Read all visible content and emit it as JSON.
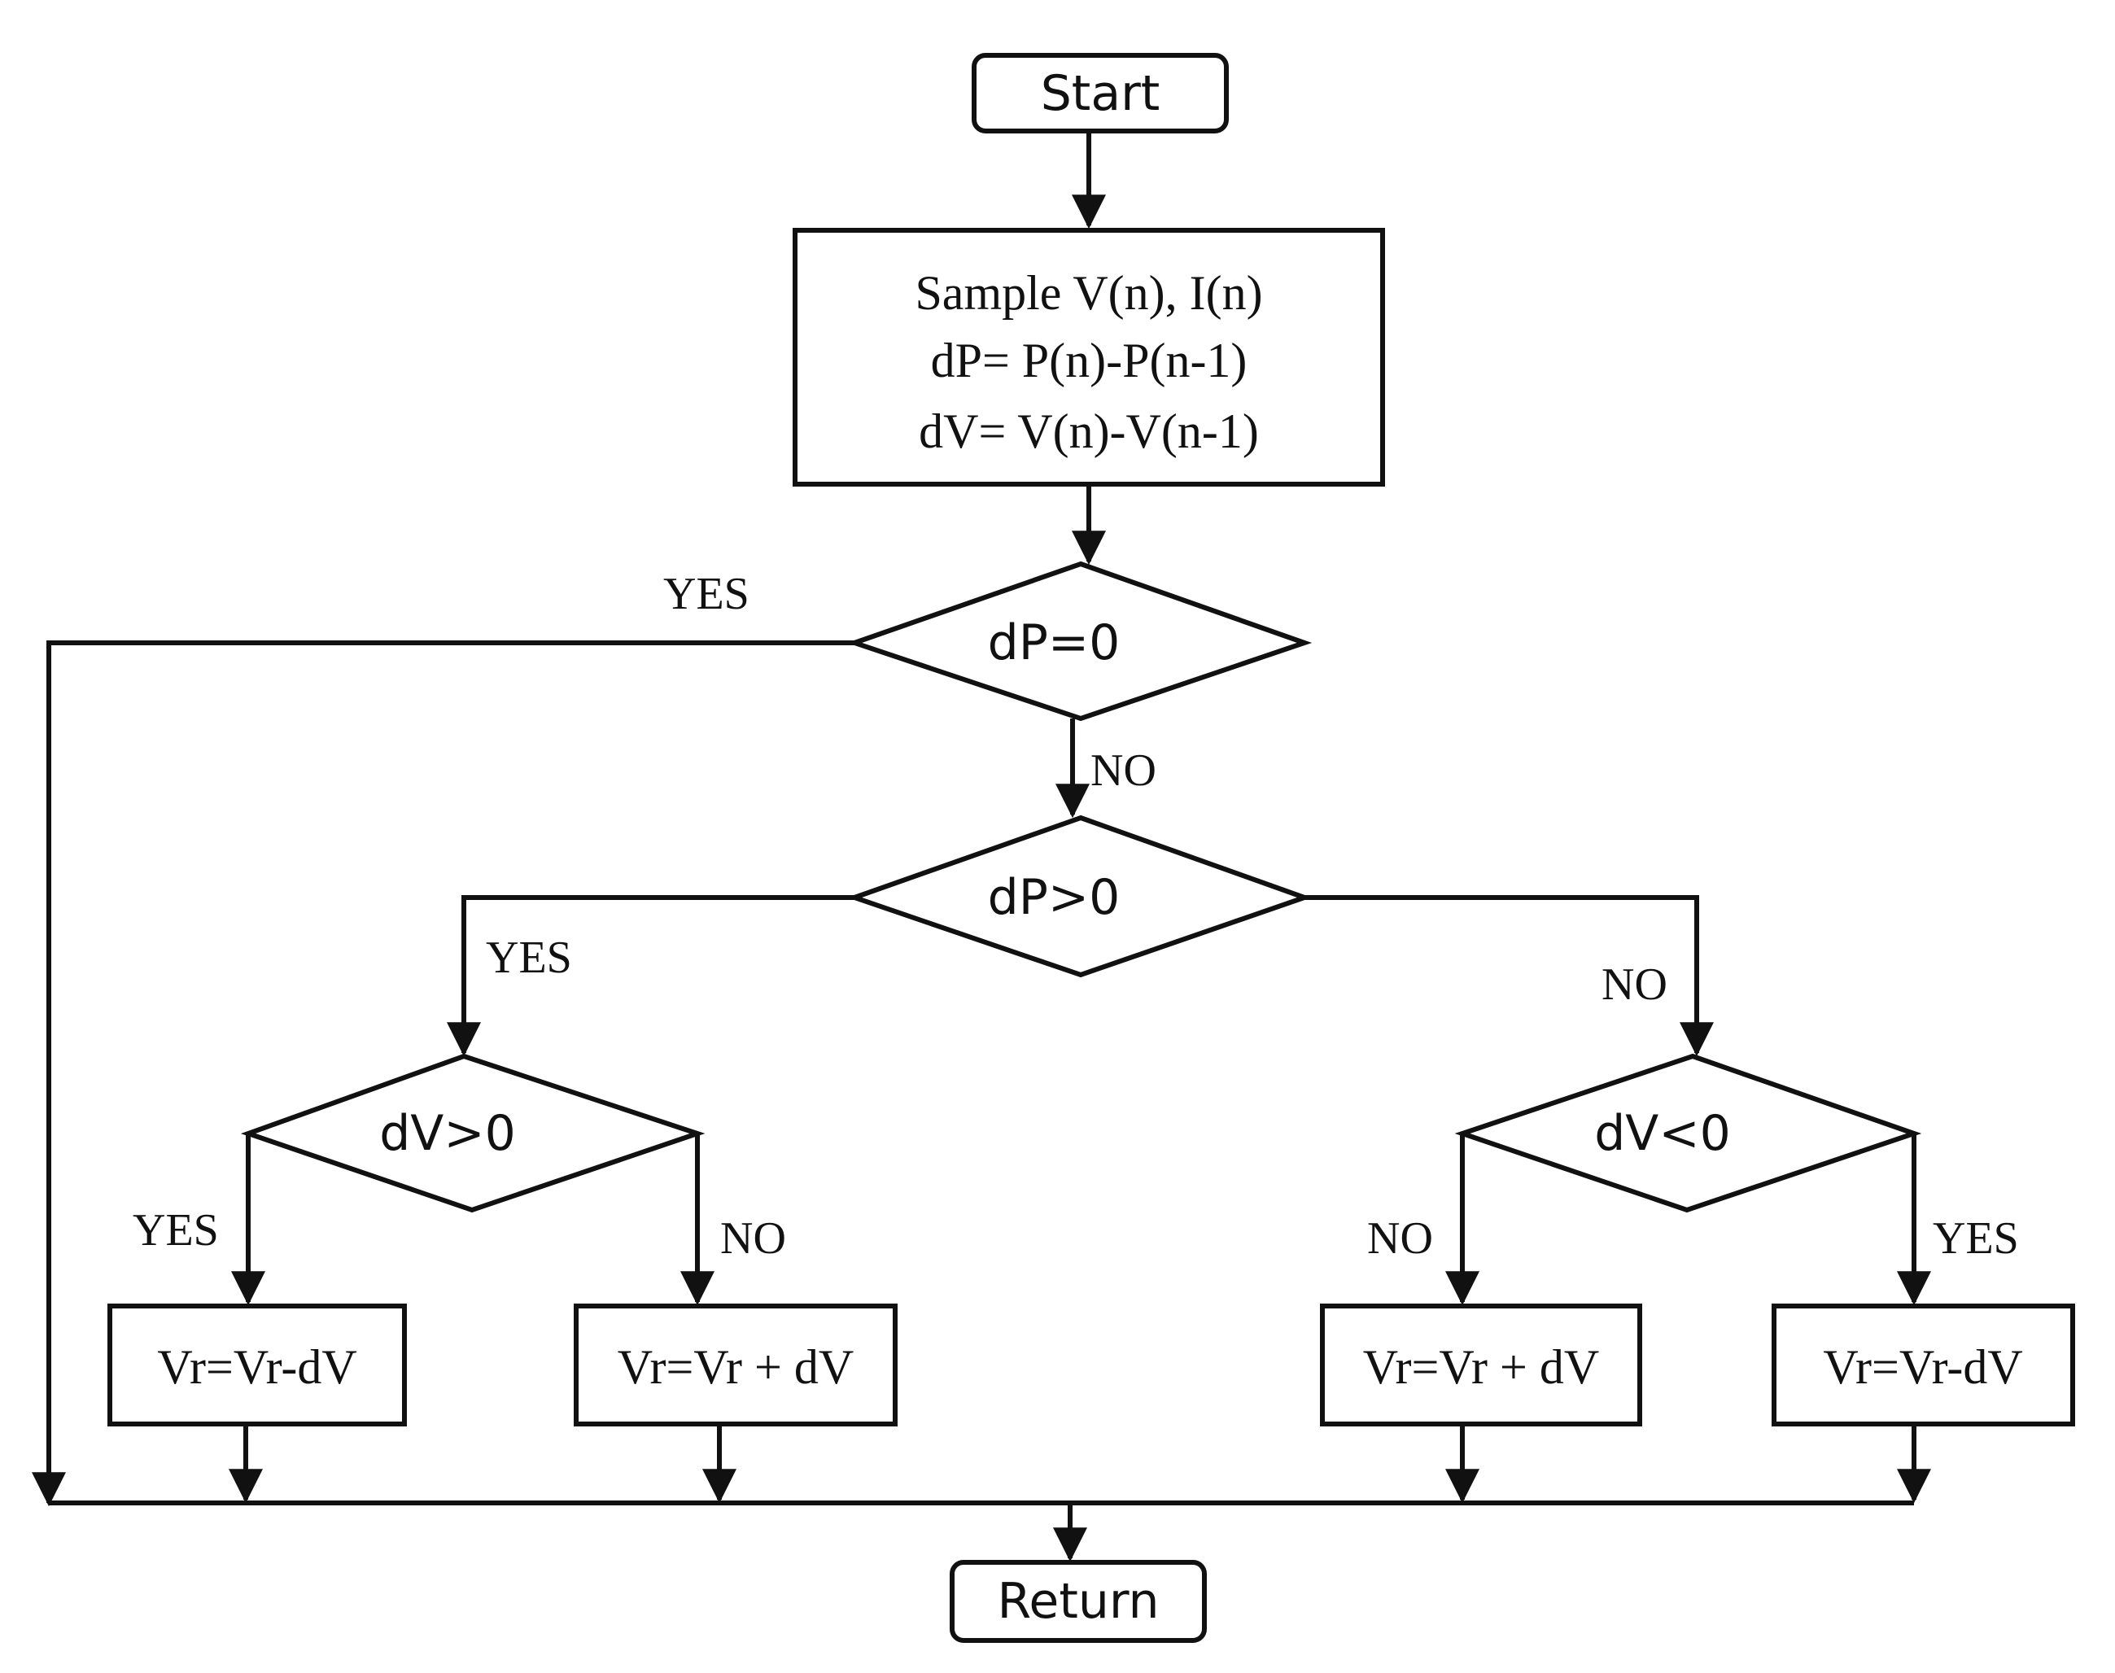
{
  "nodes": {
    "start": "Start",
    "process_line1": "Sample V(n), I(n)",
    "process_line2": "dP= P(n)-P(n-1)",
    "process_line3": "dV= V(n)-V(n-1)",
    "decision_dp_zero": "dP=0",
    "decision_dp_pos": "dP>0",
    "decision_dv_pos": "dV>0",
    "decision_dv_neg": "dV<0",
    "box_a": "Vr=Vr-dV",
    "box_b": "Vr=Vr + dV",
    "box_c": "Vr=Vr + dV",
    "box_d": "Vr=Vr-dV",
    "return": "Return"
  },
  "labels": {
    "yes_dp_zero": "YES",
    "no_dp_zero": "NO",
    "yes_dp_pos": "YES",
    "no_dp_pos": "NO",
    "yes_dv_pos": "YES",
    "no_dv_pos": "NO",
    "no_dv_neg": "NO",
    "yes_dv_neg": "YES"
  },
  "colors": {
    "stroke": "#111111",
    "background": "#ffffff"
  }
}
